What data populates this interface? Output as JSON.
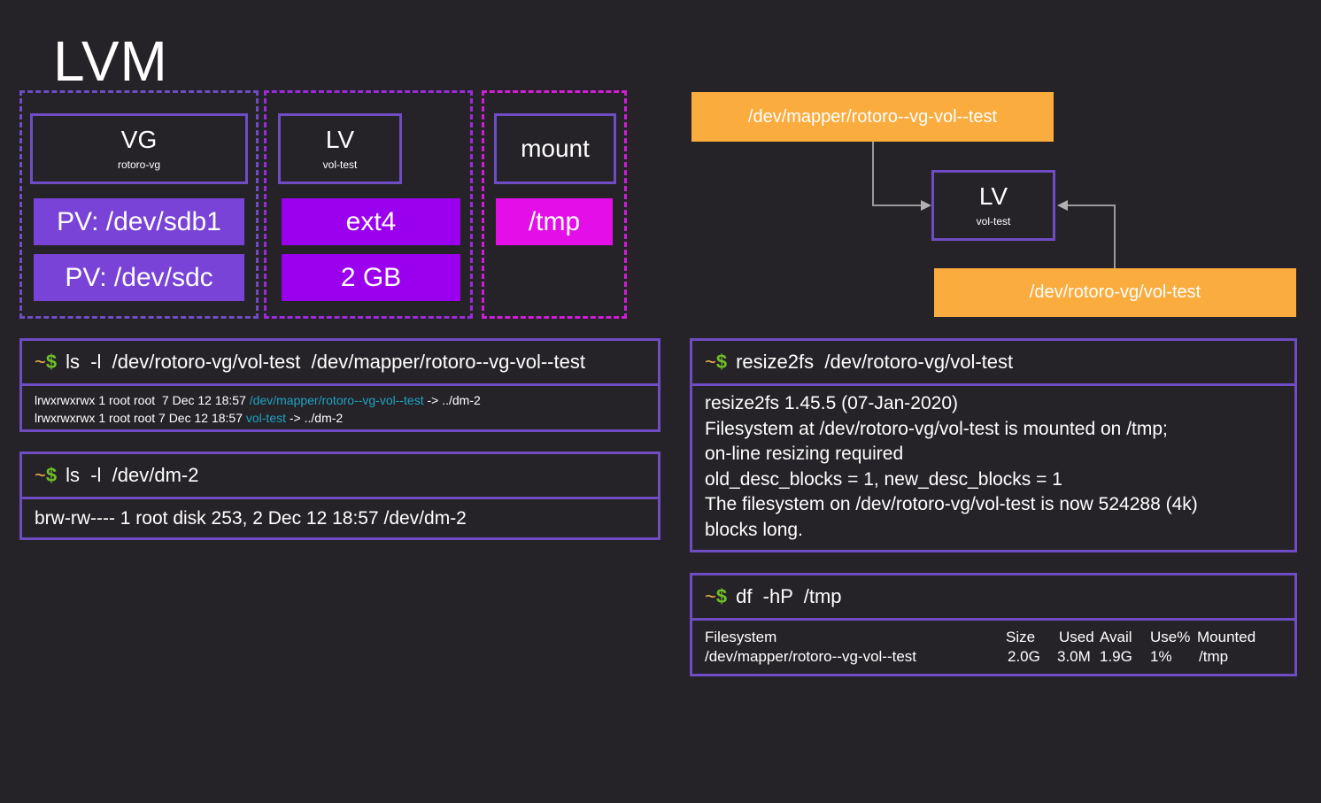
{
  "title": "LVM",
  "columns": {
    "vg": {
      "label": "VG",
      "sub": "rotoro-vg",
      "pvs": [
        "PV: /dev/sdb1",
        "PV: /dev/sdc"
      ]
    },
    "lv": {
      "label": "LV",
      "sub": "vol-test",
      "items": [
        "ext4",
        "2 GB"
      ]
    },
    "mount": {
      "label": "mount",
      "items": [
        "/tmp"
      ]
    }
  },
  "diagram": {
    "mapper_path": "/dev/mapper/rotoro--vg-vol--test",
    "lv_label": "LV",
    "lv_sub": "vol-test",
    "vg_path": "/dev/rotoro-vg/vol-test"
  },
  "colors": {
    "purple": "#7843d6",
    "violet": "#9a00ee",
    "magenta": "#e40ee8",
    "orange": "#fbac3e",
    "prompt_tilde": "#f7b24a",
    "prompt_dollar": "#6fbf2a",
    "link_cyan": "#1ea2c4"
  },
  "terminals": {
    "ls_links": {
      "prompt_tilde": "~",
      "prompt_dollar": "$",
      "command": "ls  -l  /dev/rotoro-vg/vol-test  /dev/mapper/rotoro--vg-vol--test",
      "lines": [
        {
          "pre": "lrwxrwxrwx 1 root root  7 Dec 12 18:57 ",
          "link": "/dev/mapper/rotoro--vg-vol--test",
          "post": " -> ../dm-2"
        },
        {
          "pre": "lrwxrwxrwx 1 root root 7 Dec 12 18:57 ",
          "link": "vol-test",
          "post": " -> ../dm-2"
        }
      ]
    },
    "ls_dm": {
      "prompt_tilde": "~",
      "prompt_dollar": "$",
      "command": "ls  -l  /dev/dm-2",
      "output": "brw-rw---- 1 root disk 253, 2 Dec 12 18:57 /dev/dm-2"
    },
    "resize": {
      "prompt_tilde": "~",
      "prompt_dollar": "$",
      "command": "resize2fs  /dev/rotoro-vg/vol-test",
      "lines": [
        "resize2fs 1.45.5 (07-Jan-2020)",
        "Filesystem at /dev/rotoro-vg/vol-test is mounted on /tmp;",
        "on-line resizing required",
        "old_desc_blocks = 1, new_desc_blocks = 1",
        "The filesystem on /dev/rotoro-vg/vol-test is now 524288 (4k)",
        "blocks long."
      ]
    },
    "df": {
      "prompt_tilde": "~",
      "prompt_dollar": "$",
      "command": "df  -hP  /tmp",
      "headers": [
        "Filesystem",
        "Size",
        "Used",
        "Avail",
        "Use%",
        "Mounted"
      ],
      "row": [
        "/dev/mapper/rotoro--vg-vol--test",
        "2.0G",
        "3.0M",
        "1.9G",
        "1%",
        "/tmp"
      ]
    }
  }
}
